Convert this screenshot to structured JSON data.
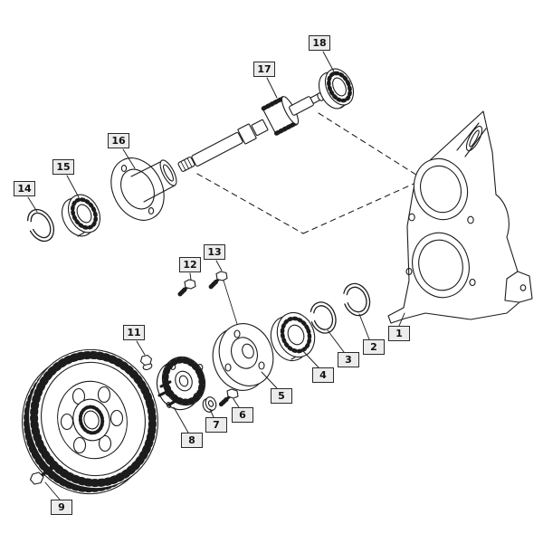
{
  "figure": {
    "background": "#ffffff",
    "line_color": "#1c1c1c",
    "callout_fill": "#ececec",
    "callout_border": "#2a2a2a"
  },
  "callouts": {
    "c1": "1",
    "c2": "2",
    "c3": "3",
    "c4": "4",
    "c5": "5",
    "c6": "6",
    "c7": "7",
    "c8": "8",
    "c9": "9",
    "c11": "11",
    "c12": "12",
    "c13": "13",
    "c14": "14",
    "c15": "15",
    "c16": "16",
    "c17": "17",
    "c18": "18"
  }
}
